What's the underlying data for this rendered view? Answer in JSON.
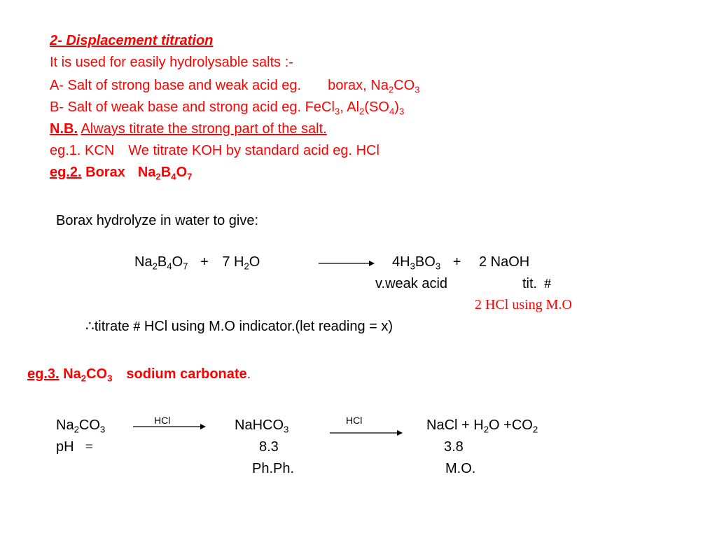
{
  "heading": "2- Displacement titration",
  "intro": "It is used for easily hydrolysable salts :-",
  "lineA": {
    "prefix": "A- Salt of strong base and weak acid eg.",
    "ex_a": "borax, Na",
    "ex_b": "CO",
    "s2": "2",
    "s3": "3"
  },
  "lineB": {
    "prefix": "B- Salt of weak base and strong acid eg. FeCl",
    "s3": "3",
    "p2": ", Al",
    "s2": "2",
    "p3": "(SO",
    "s4": "4",
    "p4": ")",
    "s5": "3"
  },
  "nb": {
    "label": "N.B.",
    "text": "Always titrate the strong part of the salt."
  },
  "eg1": {
    "left": "eg.1. KCN",
    "right": "We titrate KOH by standard acid eg. HCl"
  },
  "eg2": {
    "label": "eg.2.",
    "name": "Borax",
    "f1": "Na",
    "s1": "2",
    "f2": "B",
    "s2": "4",
    "f3": "O",
    "s3": "7"
  },
  "borax_intro": "Borax hydrolyze in water to give:",
  "reaction1": {
    "l1": "Na",
    "ls1": "2",
    "l2": "B",
    "ls2": "4",
    "l3": "O",
    "ls3": "7",
    "l4": "+",
    "l5": "7 H",
    "ls5": "2",
    "l6": "O",
    "r1": "4H",
    "rs1": "3",
    "r2": "BO",
    "rs2": "3",
    "r3": "+",
    "r4": "2 NaOH",
    "weak": "v.weak acid",
    "tit": "tit.",
    "hash": "#",
    "hcl_using": "2 HCl  using M.O"
  },
  "therefore": {
    "symbol": "∴",
    "text1": "titrate",
    "hash": "#",
    "text2": "HCl using M.O indicator.(let reading = x)"
  },
  "eg3": {
    "label": "eg.3.",
    "f1": "Na",
    "s1": "2",
    "f2": "CO",
    "s2": "3",
    "name": "sodium carbonate",
    "dot": "."
  },
  "reaction2": {
    "a1": "Na",
    "as1": "2",
    "a2": "CO",
    "as2": "3",
    "arrow1_label": "HCl",
    "b1": "NaHCO",
    "bs1": "3",
    "arrow2_label": "HCl",
    "c1": "NaCl + H",
    "cs1": "2",
    "c2": "O +CO",
    "cs2": "2",
    "ph_label": "pH",
    "eq": "=",
    "ph1": "8.3",
    "ph2": "3.8",
    "ind1": "Ph.Ph.",
    "ind2": "M.O."
  }
}
